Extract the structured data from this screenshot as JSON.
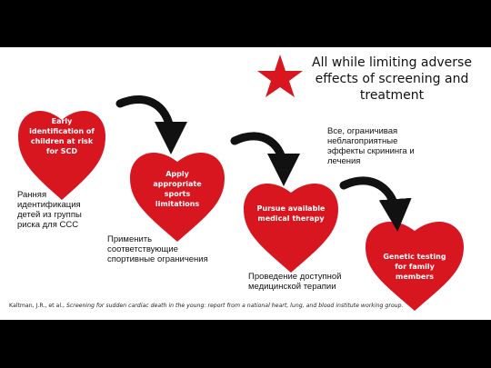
{
  "title": "All while limiting adverse effects of screening and treatment",
  "title_ru": "Все, ограничивая неблагоприятные эффекты скрининга и лечения",
  "colors": {
    "heart": "#d81620",
    "star": "#d81620",
    "arrow": "#111111",
    "background": "#ffffff"
  },
  "steps": [
    {
      "en": "Early identification of children at risk for SCD",
      "ru": "Ранняя идентификация детей из группы риска для ССС"
    },
    {
      "en": "Apply appropriate sports limitations",
      "ru": "Применить соответствующие спортивные ограничения"
    },
    {
      "en": "Pursue available medical therapy",
      "ru": "Проведение доступной медицинской терапии"
    },
    {
      "en": "Genetic testing for family members"
    }
  ],
  "citation": {
    "authors": "Kaltman, J.R., et al.,",
    "title": "Screening for sudden cardiac death in the young: report from a national heart, lung, and blood institute working group."
  }
}
